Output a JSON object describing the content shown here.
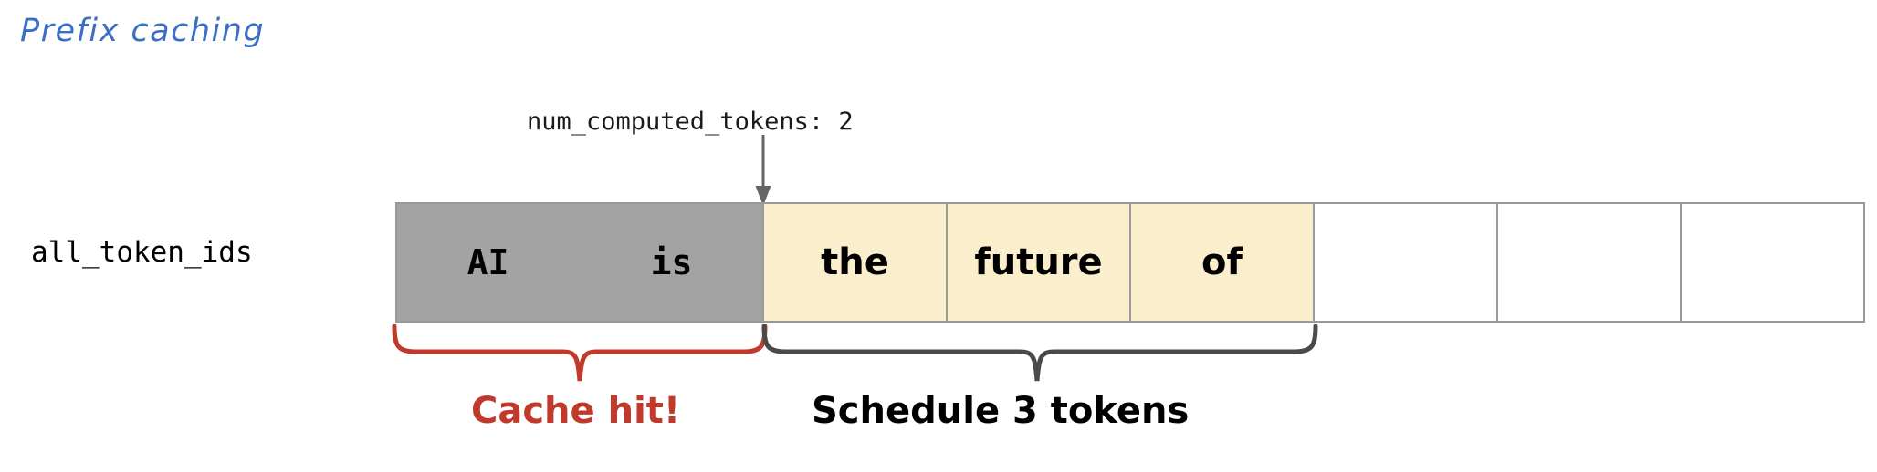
{
  "slide": {
    "title": "Prefix caching",
    "title_color": "#3a6fc4"
  },
  "row": {
    "label": "all_token_ids"
  },
  "annotation": {
    "text": "num_computed_tokens: 2",
    "arrow_icon": "down-arrow-icon",
    "points_to_cell_index": 2
  },
  "token_strip": {
    "cell_count": 8,
    "cells": [
      {
        "text": "AI",
        "state": "cached"
      },
      {
        "text": "is",
        "state": "cached"
      },
      {
        "text": "the",
        "state": "scheduled"
      },
      {
        "text": "future",
        "state": "scheduled"
      },
      {
        "text": "of",
        "state": "scheduled"
      },
      {
        "text": "",
        "state": "empty"
      },
      {
        "text": "",
        "state": "empty"
      },
      {
        "text": "",
        "state": "empty"
      }
    ],
    "colors": {
      "cached_fill": "#a3a3a3",
      "scheduled_fill": "#faeecd",
      "empty_fill": "#ffffff",
      "border": "#9a9a9a"
    }
  },
  "annotations_bottom": {
    "cache_hit": {
      "label": "Cache hit!",
      "color": "#c0392b",
      "brace_icon": "curly-brace-down-icon",
      "spans_cells": [
        0,
        1
      ]
    },
    "schedule": {
      "label": "Schedule 3 tokens",
      "color": "#000000",
      "brace_icon": "curly-brace-down-icon",
      "spans_cells": [
        2,
        3,
        4
      ]
    }
  }
}
